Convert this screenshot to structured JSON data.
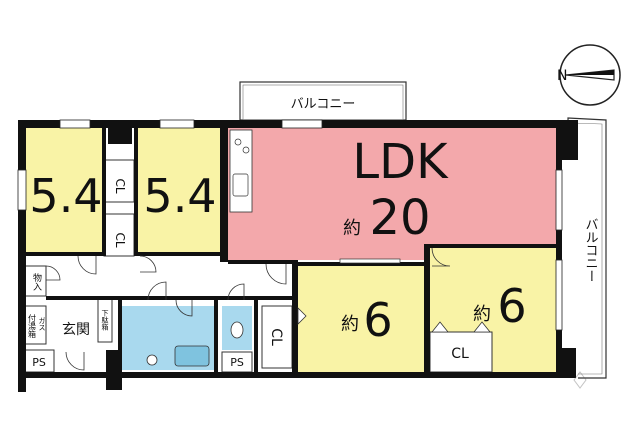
{
  "compass": {
    "label": "N",
    "icon": "north-arrow-icon"
  },
  "colors": {
    "ldk": "#f3a8ab",
    "room": "#f9f3a6",
    "wet": "#a9d9ee",
    "floor": "#ffffff",
    "wall": "#111111"
  },
  "rooms": {
    "ldk": {
      "name": "LDK",
      "prefix": "約",
      "size": "20"
    },
    "west_a": {
      "size": "5.4"
    },
    "west_b": {
      "size": "5.4"
    },
    "south_a": {
      "prefix": "約",
      "size": "6"
    },
    "south_b": {
      "prefix": "約",
      "size": "6"
    }
  },
  "labels": {
    "balcony_top": "バルコニー",
    "balcony_right": "バルコニー",
    "cl": "CL",
    "storage": "物入",
    "gas": "ガス",
    "meter_box": "付湯箱",
    "entrance": "玄関",
    "shoe_box": "下駄箱",
    "ps": "PS"
  }
}
